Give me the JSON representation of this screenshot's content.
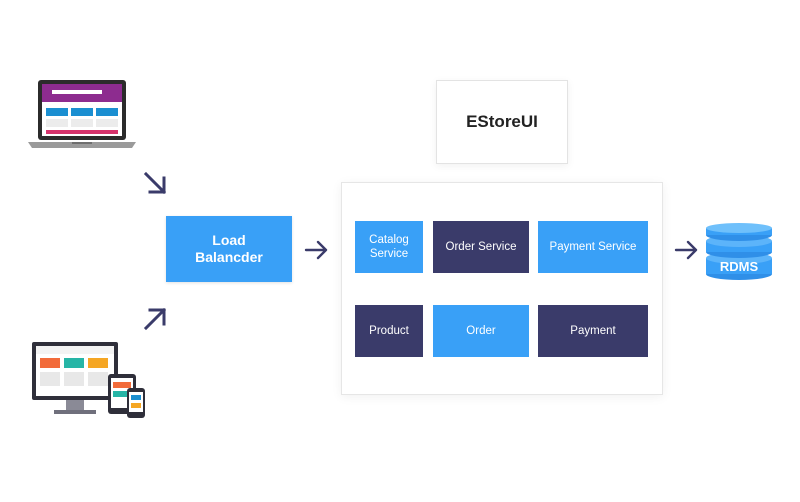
{
  "load_balancer": {
    "label": "Load\nBalancder"
  },
  "estore_ui": {
    "label": "EStoreUI"
  },
  "services": {
    "catalog": "Catalog\nService",
    "order": "Order Service",
    "payment": "Payment Service"
  },
  "data_stores": {
    "product": "Product",
    "order": "Order",
    "payment": "Payment"
  },
  "database": {
    "label": "RDMS"
  },
  "colors": {
    "accent_blue": "#39a0f7",
    "dark_navy": "#3a3b6a",
    "arrow": "#3a3b6a"
  },
  "icons": [
    "laptop-icon",
    "multi-device-icon",
    "database-icon",
    "arrow-icon"
  ]
}
